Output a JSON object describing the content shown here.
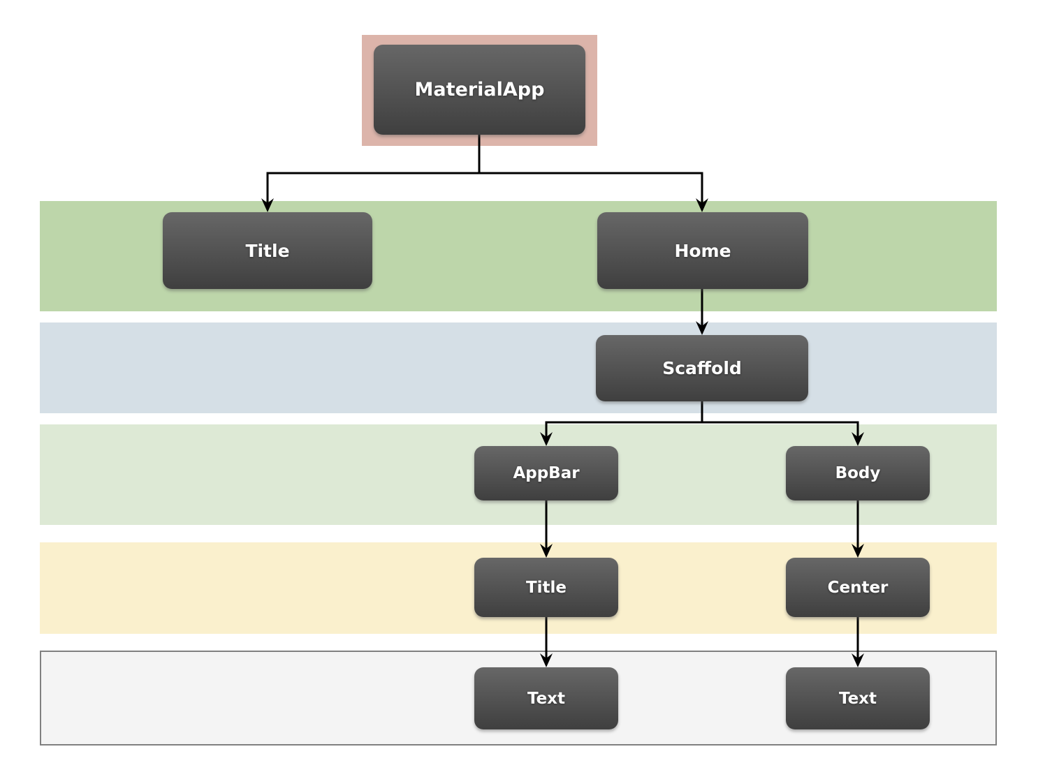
{
  "diagram": {
    "type": "widget-tree",
    "nodes": {
      "material_app": {
        "label": "MaterialApp"
      },
      "title_top": {
        "label": "Title"
      },
      "home": {
        "label": "Home"
      },
      "scaffold": {
        "label": "Scaffold"
      },
      "appbar": {
        "label": "AppBar"
      },
      "body": {
        "label": "Body"
      },
      "appbar_title": {
        "label": "Title"
      },
      "center": {
        "label": "Center"
      },
      "appbar_text": {
        "label": "Text"
      },
      "body_text": {
        "label": "Text"
      }
    },
    "colors": {
      "root_highlight": "#dcb4aa",
      "band_row1_green": "#bdd6aa",
      "band_row2_blue": "#d5dfe6",
      "band_row3_pale_green": "#dde9d5",
      "band_row4_cream": "#faf0cd",
      "band_row5_bg": "#f4f4f4",
      "band_row5_border": "#808080",
      "node_gradient_top": "#676767",
      "node_gradient_bottom": "#3f3f3f",
      "node_text": "#ffffff",
      "connector": "#000000",
      "page_background": "#ffffff"
    }
  }
}
